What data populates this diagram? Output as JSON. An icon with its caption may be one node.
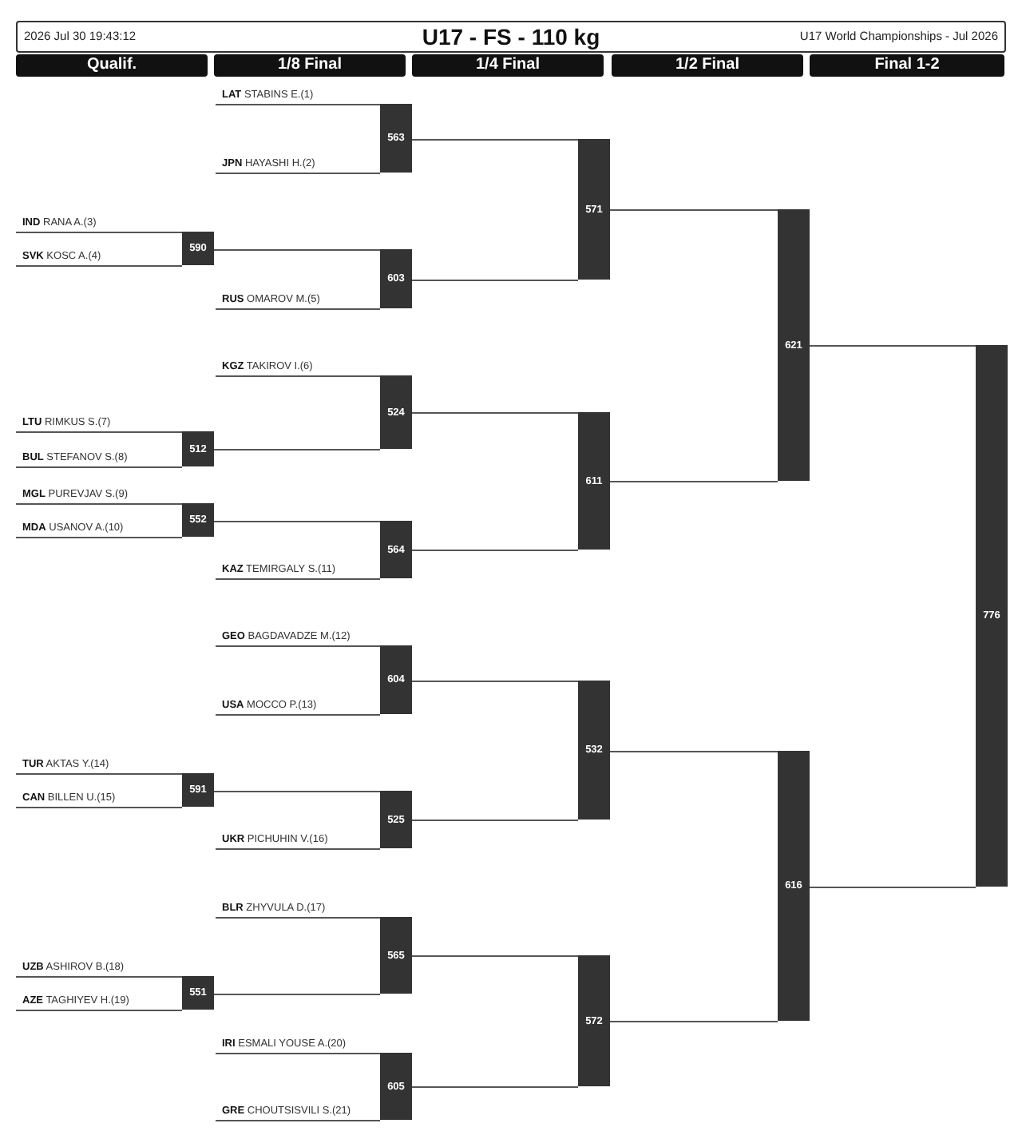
{
  "diagram": {
    "title": "U17 - FS - 110 kg",
    "nodes": [
      {
        "text": [
          "**LAT** STABINS E.(1)"
        ]
      },
      {
        "text": [
          "**JPN** HAYASHI H.(2)"
        ]
      },
      {
        "text": [
          "**IND** RANA A.(3)"
        ]
      },
      {
        "text": [
          "**SVK** KOSC A.(4)"
        ]
      },
      {
        "text": [
          "**RUS** OMAROV M.(5)"
        ]
      },
      {
        "text": [
          "**KGZ** TAKIROV I.(6)"
        ]
      },
      {
        "text": [
          "**LTU** RIMKUS S.(7)"
        ]
      },
      {
        "text": [
          "**BUL** STEFANOV S.(8)"
        ]
      },
      {
        "text": [
          "**MGL** PUREVJAV S.(9)"
        ]
      },
      {
        "text": [
          "**MDA** USANOV A.(10)"
        ]
      },
      {
        "text": [
          "**KAZ** TEMIRGALY S.(11)"
        ]
      },
      {
        "text": [
          "**GEO** BAGDAVADZE M.(12)"
        ]
      },
      {
        "text": [
          "**USA** MOCCO P.(13)"
        ]
      },
      {
        "text": [
          "**TUR** AKTAS Y.(14)"
        ]
      },
      {
        "text": [
          "**CAN** BILLEN U.(15)"
        ]
      },
      {
        "text": [
          "**UKR** PICHUHIN V.(16)"
        ]
      },
      {
        "text": [
          "**BLR** ZHYVULA D.(17)"
        ]
      },
      {
        "text": [
          "**UZB** ASHIROV B.(18)"
        ]
      },
      {
        "text": [
          "**AZE** TAGHIYEV H.(19)"
        ]
      },
      {
        "text": [
          "**IRI** ESMALI YOUSE A.(20)"
        ]
      },
      {
        "text": [
          "**GRE** CHOUTSISVILI S.(21)"
        ]
      },
      {
        "text": [
          "590"
        ]
      },
      {
        "text": [
          "512"
        ]
      },
      {
        "text": [
          "552"
        ]
      },
      {
        "text": [
          "591"
        ]
      },
      {
        "text": [
          "551"
        ]
      },
      {
        "text": [
          "563"
        ]
      },
      {
        "text": [
          "603"
        ]
      },
      {
        "text": [
          "524"
        ]
      },
      {
        "text": [
          "564"
        ]
      },
      {
        "text": [
          "604"
        ]
      },
      {
        "text": [
          "525"
        ]
      },
      {
        "text": [
          "565"
        ]
      },
      {
        "text": [
          "605"
        ]
      },
      {
        "text": [
          "571"
        ]
      },
      {
        "text": [
          "611"
        ]
      },
      {
        "text": [
          "532"
        ]
      },
      {
        "text": [
          "572"
        ]
      },
      {
        "text": [
          "621"
        ]
      },
      {
        "text": [
          "616"
        ]
      },
      {
        "text": [
          "776"
        ]
      }
    ],
    "edges": [
      {
        "from": 2,
        "to": 21,
        "arrow": "none"
      },
      {
        "from": 3,
        "to": 21,
        "arrow": "none"
      },
      {
        "from": 6,
        "to": 22,
        "arrow": "none"
      },
      {
        "from": 7,
        "to": 22,
        "arrow": "none"
      },
      {
        "from": 8,
        "to": 23,
        "arrow": "none"
      },
      {
        "from": 9,
        "to": 23,
        "arrow": "none"
      },
      {
        "from": 13,
        "to": 24,
        "arrow": "none"
      },
      {
        "from": 14,
        "to": 24,
        "arrow": "none"
      },
      {
        "from": 17,
        "to": 25,
        "arrow": "none"
      },
      {
        "from": 18,
        "to": 25,
        "arrow": "none"
      },
      {
        "from": 0,
        "to": 26,
        "arrow": "none"
      },
      {
        "from": 1,
        "to": 26,
        "arrow": "none"
      },
      {
        "from": 21,
        "to": 27,
        "arrow": "none"
      },
      {
        "from": 4,
        "to": 27,
        "arrow": "none"
      },
      {
        "from": 5,
        "to": 28,
        "arrow": "none"
      },
      {
        "from": 22,
        "to": 28,
        "arrow": "none"
      },
      {
        "from": 23,
        "to": 29,
        "arrow": "none"
      },
      {
        "from": 10,
        "to": 29,
        "arrow": "none"
      },
      {
        "from": 11,
        "to": 30,
        "arrow": "none"
      },
      {
        "from": 12,
        "to": 30,
        "arrow": "none"
      },
      {
        "from": 24,
        "to": 31,
        "arrow": "none"
      },
      {
        "from": 15,
        "to": 31,
        "arrow": "none"
      },
      {
        "from": 16,
        "to": 32,
        "arrow": "none"
      },
      {
        "from": 25,
        "to": 32,
        "arrow": "none"
      },
      {
        "from": 19,
        "to": 33,
        "arrow": "none"
      },
      {
        "from": 20,
        "to": 33,
        "arrow": "none"
      },
      {
        "from": 26,
        "to": 34,
        "arrow": "none"
      },
      {
        "from": 27,
        "to": 34,
        "arrow": "none"
      },
      {
        "from": 28,
        "to": 35,
        "arrow": "none"
      },
      {
        "from": 29,
        "to": 35,
        "arrow": "none"
      },
      {
        "from": 30,
        "to": 36,
        "arrow": "none"
      },
      {
        "from": 31,
        "to": 36,
        "arrow": "none"
      },
      {
        "from": 32,
        "to": 37,
        "arrow": "none"
      },
      {
        "from": 33,
        "to": 37,
        "arrow": "none"
      },
      {
        "from": 34,
        "to": 38,
        "arrow": "none"
      },
      {
        "from": 35,
        "to": 38,
        "arrow": "none"
      },
      {
        "from": 36,
        "to": 39,
        "arrow": "none"
      },
      {
        "from": 37,
        "to": 39,
        "arrow": "none"
      },
      {
        "from": 38,
        "to": 40,
        "arrow": "none"
      },
      {
        "from": 39,
        "to": 40,
        "arrow": "none"
      }
    ],
    "labels": [
      "2026 Jul 30 19:43:12",
      "U17 World Championships - Jul 2026",
      "Qualif.",
      "1/8 Final",
      "1/4 Final",
      "1/2 Final",
      "Final 1-2"
    ]
  }
}
